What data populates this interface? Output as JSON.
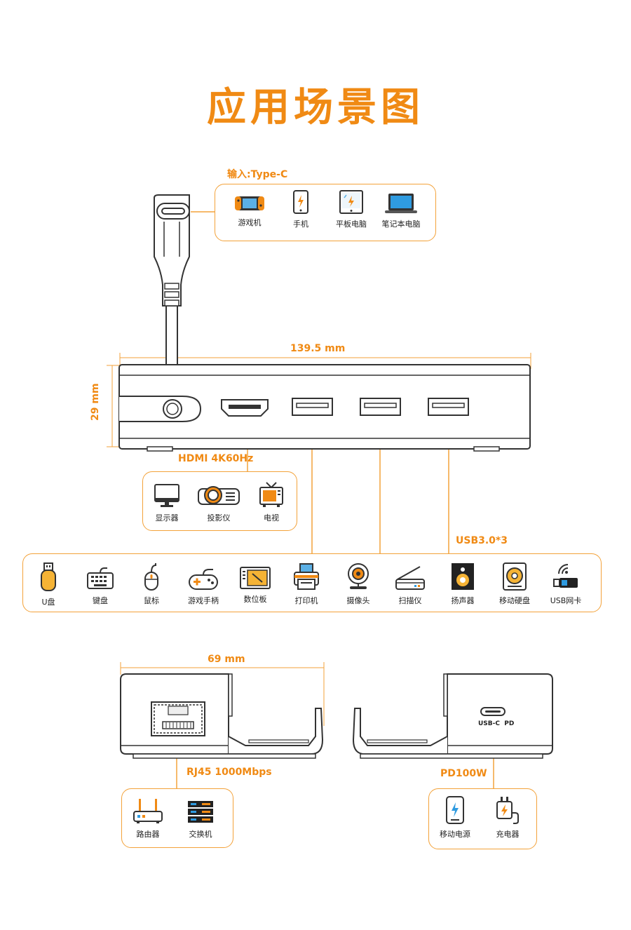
{
  "title": "应用场景图",
  "colors": {
    "accent": "#f08a14",
    "line": "#f3a23a",
    "body": "#333333"
  },
  "input": {
    "label": "输入:Type-C",
    "devices": [
      {
        "name": "游戏机",
        "icon": "game-console-icon"
      },
      {
        "name": "手机",
        "icon": "phone-icon"
      },
      {
        "name": "平板电脑",
        "icon": "tablet-icon"
      },
      {
        "name": "笔记本电脑",
        "icon": "laptop-icon"
      }
    ]
  },
  "dimensions": {
    "width": "139.5 mm",
    "height": "29 mm",
    "depth": "69 mm"
  },
  "hdmi": {
    "label": "HDMI 4K60Hz",
    "devices": [
      {
        "name": "显示器",
        "icon": "monitor-icon"
      },
      {
        "name": "投影仪",
        "icon": "projector-icon"
      },
      {
        "name": "电视",
        "icon": "tv-icon"
      }
    ]
  },
  "usb": {
    "label": "USB3.0*3",
    "devices": [
      {
        "name": "U盘",
        "icon": "usb-drive-icon"
      },
      {
        "name": "键盘",
        "icon": "keyboard-icon"
      },
      {
        "name": "鼠标",
        "icon": "mouse-icon"
      },
      {
        "name": "游戏手柄",
        "icon": "gamepad-icon"
      },
      {
        "name": "数位板",
        "icon": "drawing-tablet-icon"
      },
      {
        "name": "打印机",
        "icon": "printer-icon"
      },
      {
        "name": "摄像头",
        "icon": "webcam-icon"
      },
      {
        "name": "扫描仪",
        "icon": "scanner-icon"
      },
      {
        "name": "扬声器",
        "icon": "speaker-icon"
      },
      {
        "name": "移动硬盘",
        "icon": "hard-drive-icon"
      },
      {
        "name": "USB网卡",
        "icon": "usb-wifi-icon"
      }
    ]
  },
  "rj45": {
    "label": "RJ45 1000Mbps",
    "devices": [
      {
        "name": "路由器",
        "icon": "router-icon"
      },
      {
        "name": "交换机",
        "icon": "switch-icon"
      }
    ]
  },
  "pd": {
    "label": "PD100W",
    "port_label": "USB-C  PD",
    "devices": [
      {
        "name": "移动电源",
        "icon": "power-bank-icon"
      },
      {
        "name": "充电器",
        "icon": "charger-icon"
      }
    ]
  }
}
